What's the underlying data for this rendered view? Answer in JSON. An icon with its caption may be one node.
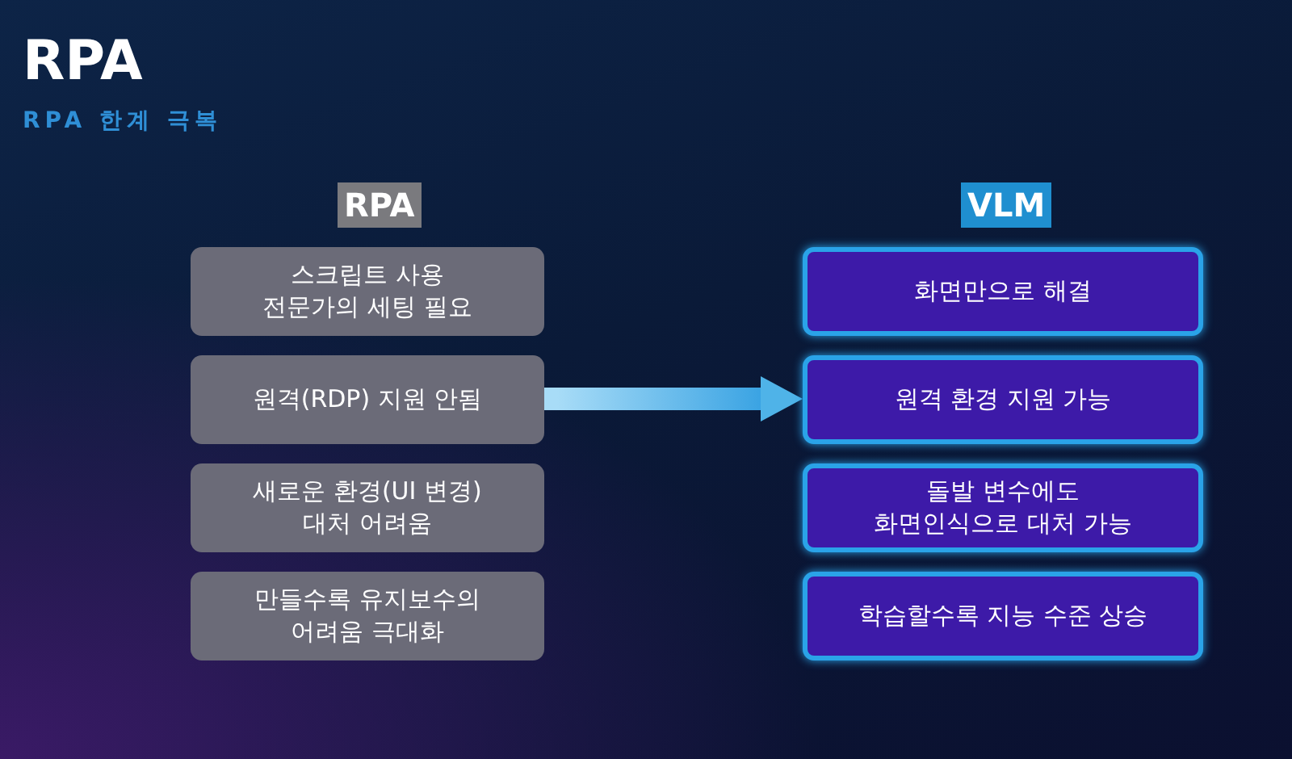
{
  "diagram": {
    "title": "RPA",
    "nodes": [
      {
        "text": [
          "RPA"
        ]
      },
      {
        "text": [
          "스크립트 사용 전문가의 세팅 필요"
        ]
      },
      {
        "text": [
          "원격(RDP) 지원 안됨"
        ]
      },
      {
        "text": [
          "새로운 환경(UI 변경) 대처 어려움"
        ]
      },
      {
        "text": [
          "만들수록 유지보수의 어려움 극대화"
        ]
      },
      {
        "text": [
          "VLM"
        ]
      },
      {
        "text": [
          "화면만으로 해결"
        ]
      },
      {
        "text": [
          "원격 환경 지원 가능"
        ]
      },
      {
        "text": [
          "돌발 변수에도 화면인식으로 대처 가능"
        ]
      },
      {
        "text": [
          "학습할수록 지능 수준 상승"
        ]
      }
    ],
    "edges": [
      {
        "from": 2,
        "to": 7,
        "arrow": "to",
        "style": "thick",
        "color": "#4fb3e8"
      }
    ],
    "labels": [
      "RPA 한계 극복"
    ]
  }
}
